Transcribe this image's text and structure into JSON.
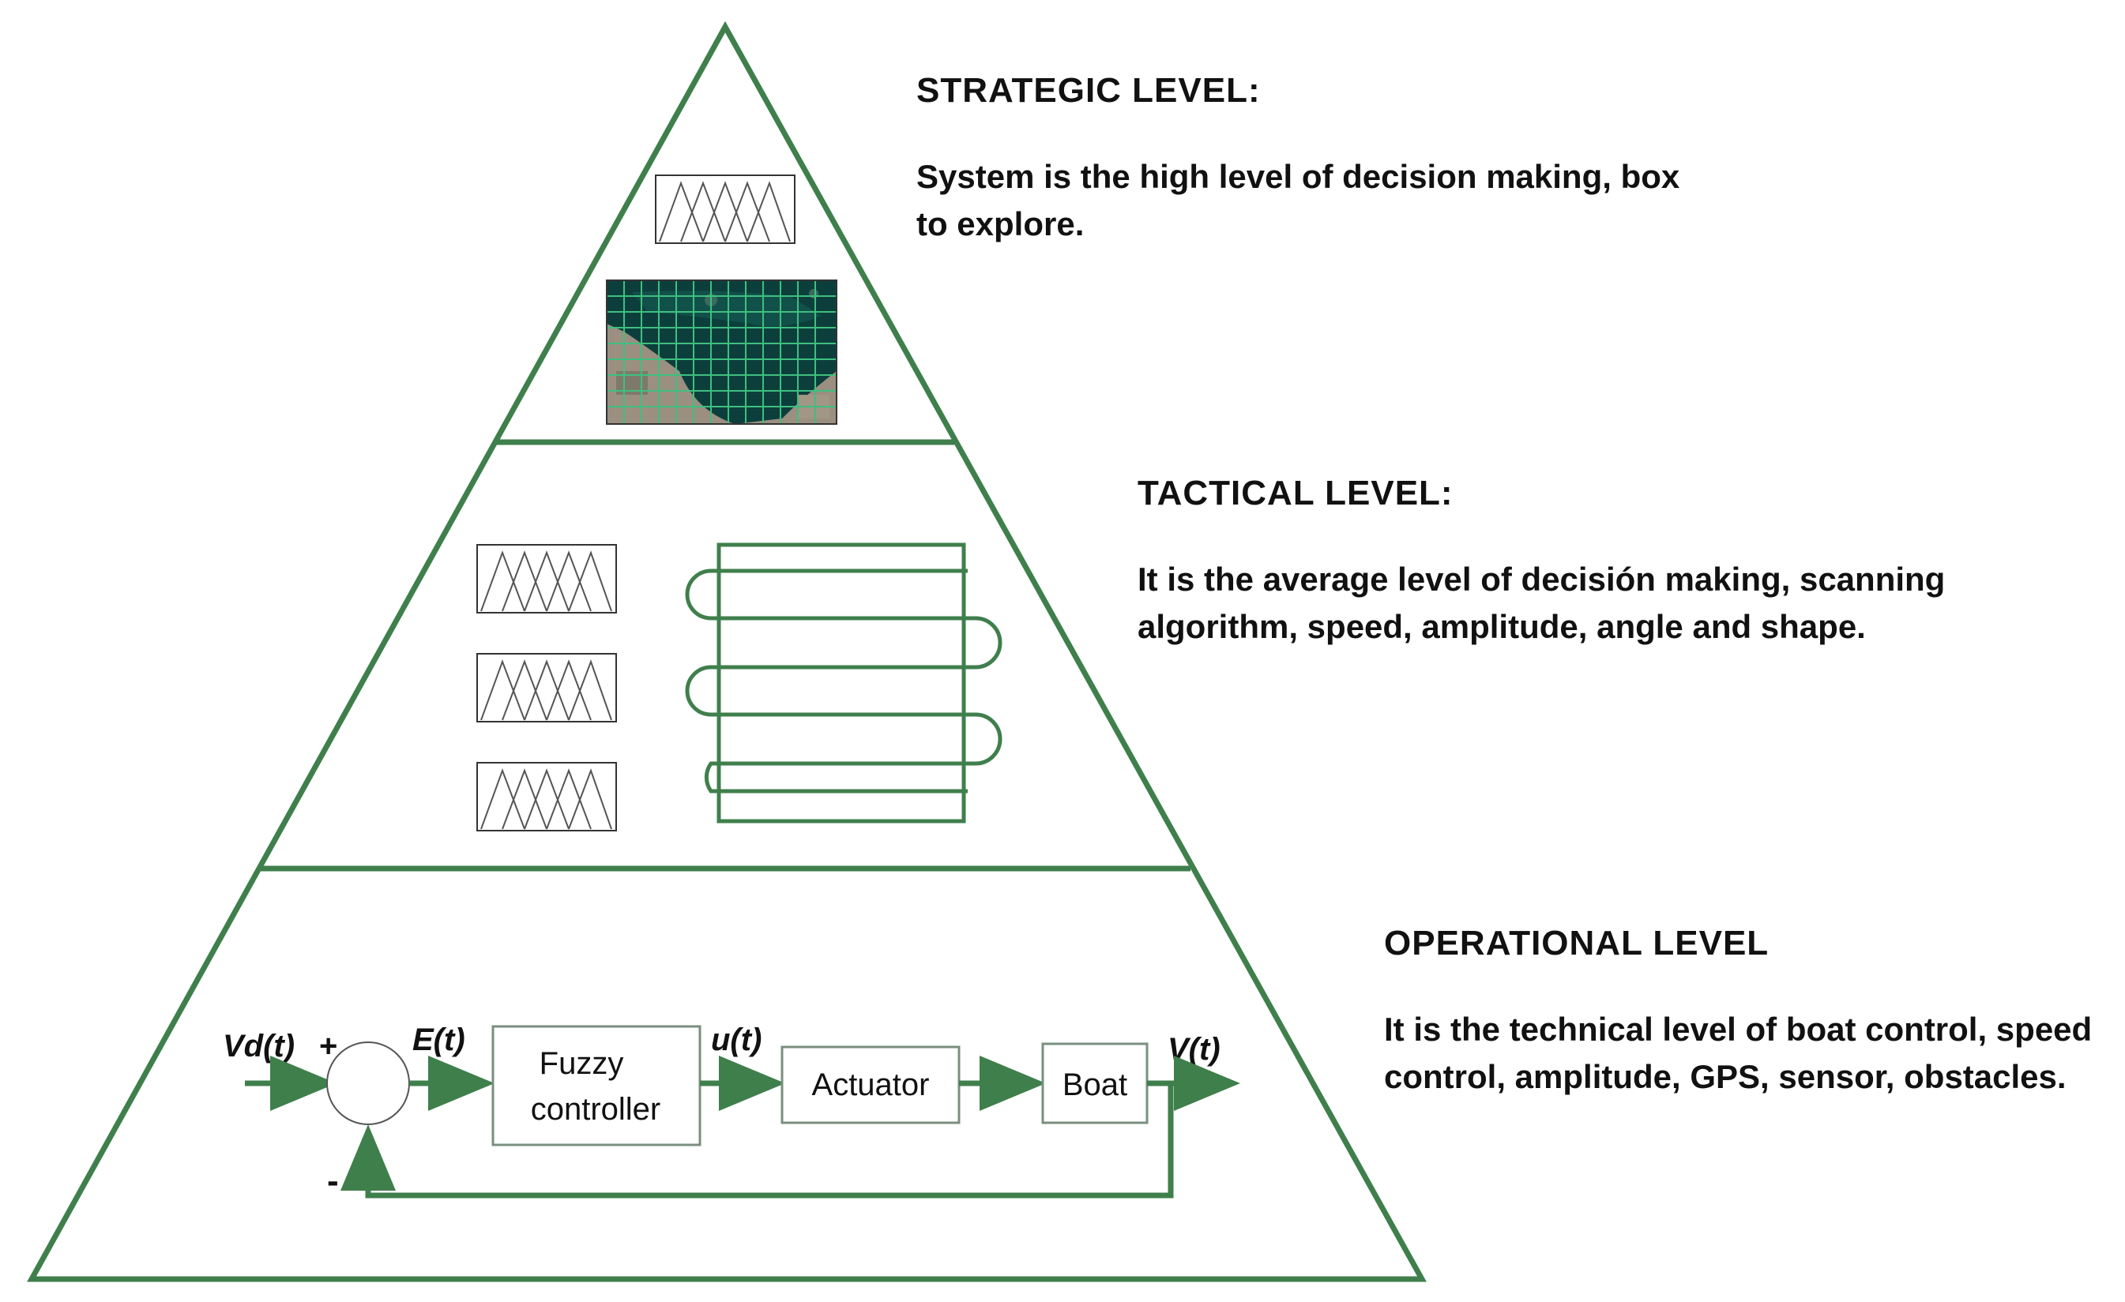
{
  "colors": {
    "frame_green": "#3f7f4c",
    "box_border": "#7a8f7f",
    "text": "#111111",
    "water": "#0c3f3c",
    "grid": "#3fbf7f",
    "land": "#8a8a7c"
  },
  "levels": {
    "strategic": {
      "title": "STRATEGIC LEVEL:",
      "description": "System is the high level of decision making, box to explore."
    },
    "tactical": {
      "title": "TACTICAL LEVEL:",
      "description": "It is the average level of decisión making, scanning algorithm, speed, amplitude, angle and shape."
    },
    "operational": {
      "title": "OPERATIONAL LEVEL",
      "description": "It is the technical level of boat control, speed control, amplitude, GPS, sensor, obstacles."
    }
  },
  "control_loop": {
    "input_signal": "Vd(t)",
    "plus_sign": "+",
    "minus_sign": "-",
    "error_signal": "E(t)",
    "controller_line1": "Fuzzy",
    "controller_line2": "controller",
    "control_signal": "u(t)",
    "actuator": "Actuator",
    "plant": "Boat",
    "output_signal": "V(t)"
  }
}
